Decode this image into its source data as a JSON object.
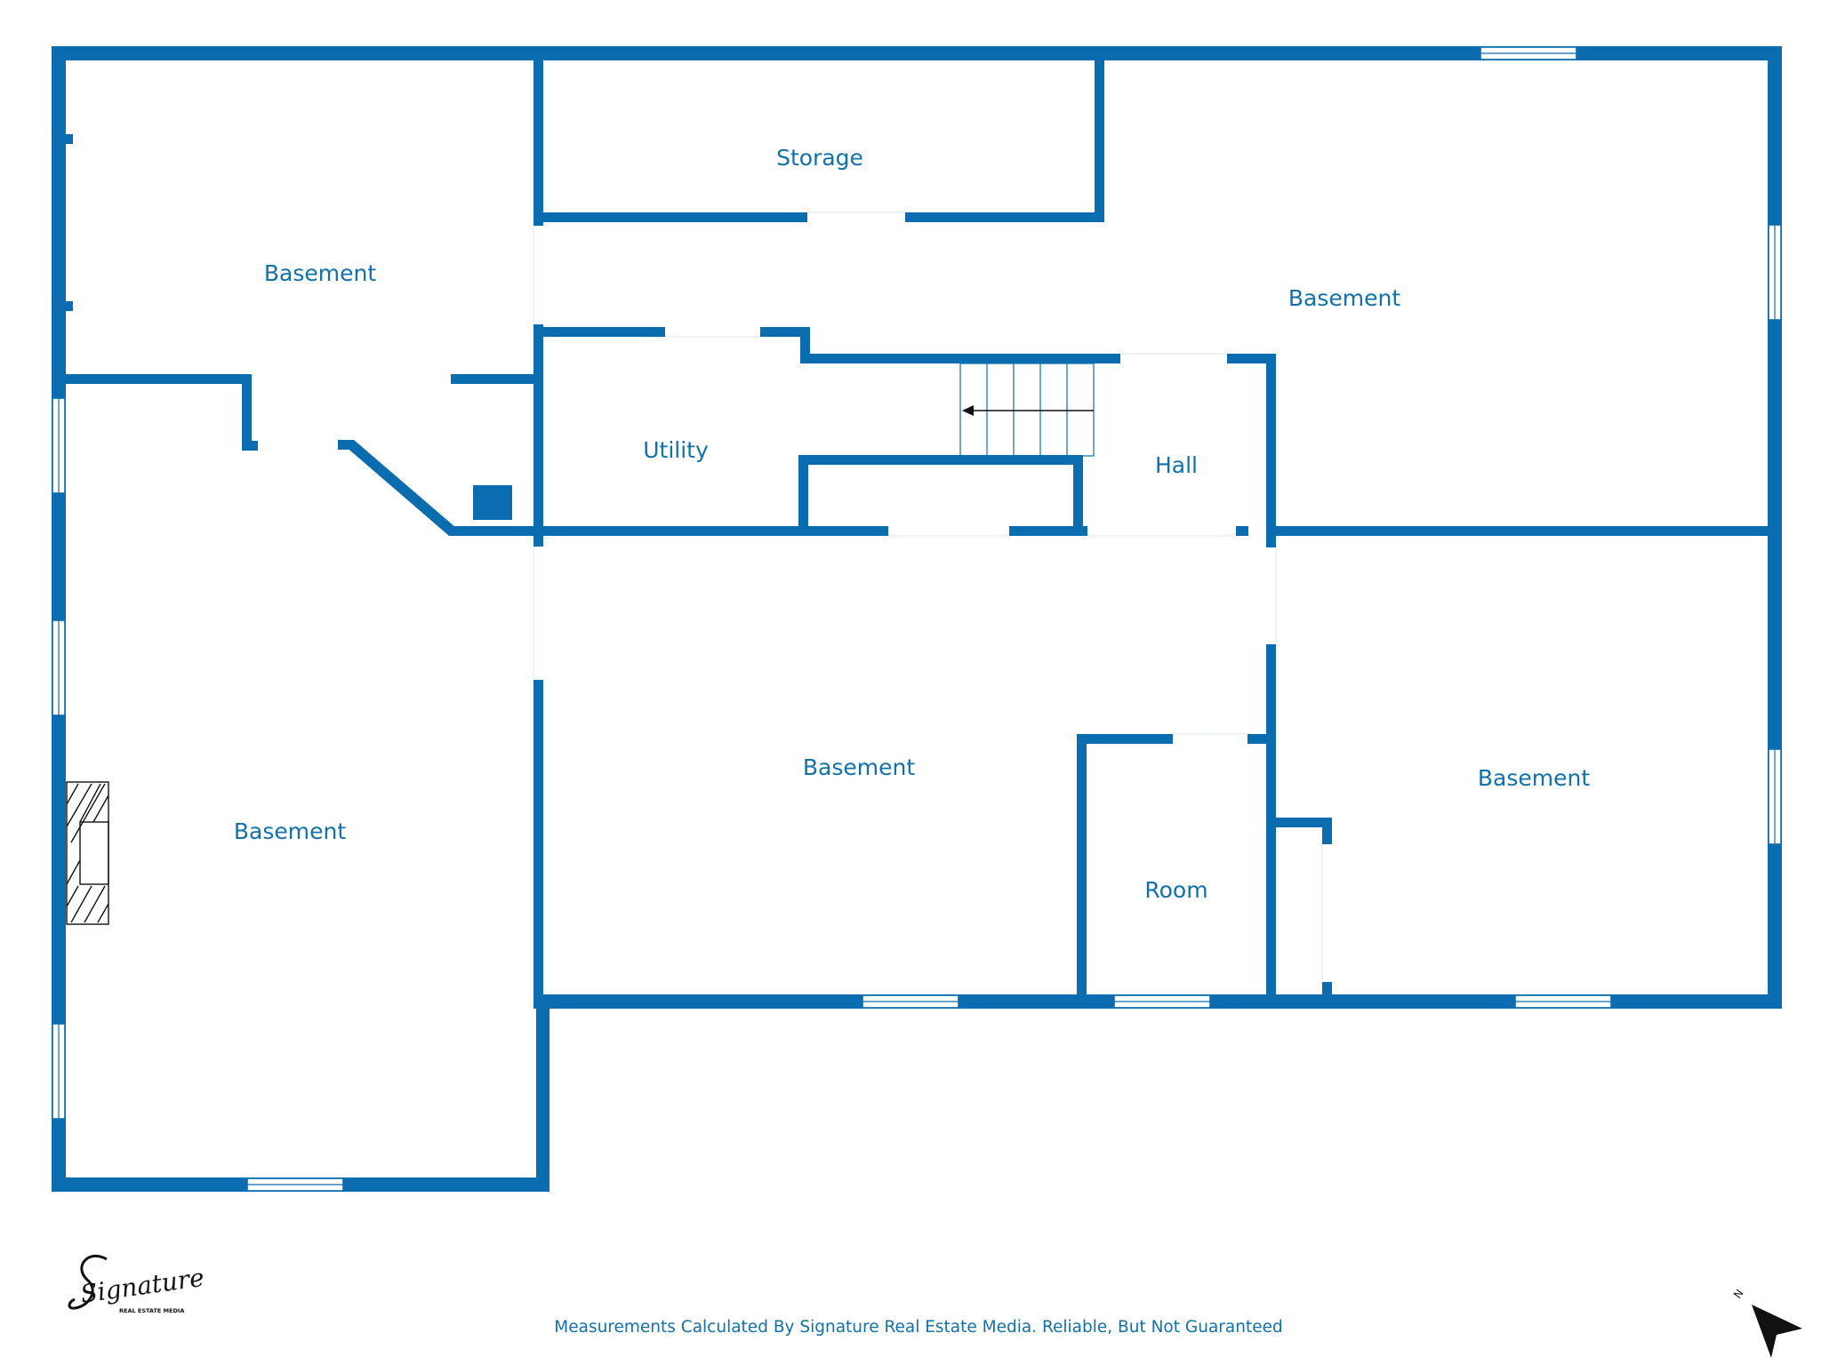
{
  "floorplan": {
    "colors": {
      "wall": "#0b6db0",
      "label": "#1270aa",
      "background": "#ffffff"
    },
    "rooms": [
      {
        "id": "basement-nw",
        "label": "Basement"
      },
      {
        "id": "storage",
        "label": "Storage"
      },
      {
        "id": "basement-ne",
        "label": "Basement"
      },
      {
        "id": "utility",
        "label": "Utility"
      },
      {
        "id": "hall",
        "label": "Hall"
      },
      {
        "id": "basement-w",
        "label": "Basement"
      },
      {
        "id": "basement-center",
        "label": "Basement"
      },
      {
        "id": "room",
        "label": "Room"
      },
      {
        "id": "basement-e",
        "label": "Basement"
      }
    ],
    "icons": [
      "stairs-icon",
      "fireplace-icon",
      "column-icon",
      "north-arrow-icon"
    ],
    "compass_letter": "N"
  },
  "footer": {
    "disclaimer": "Measurements Calculated By Signature Real Estate Media. Reliable, But Not Guaranteed"
  },
  "logo": {
    "script_text": "Signature",
    "subtext": "REAL ESTATE MEDIA"
  }
}
